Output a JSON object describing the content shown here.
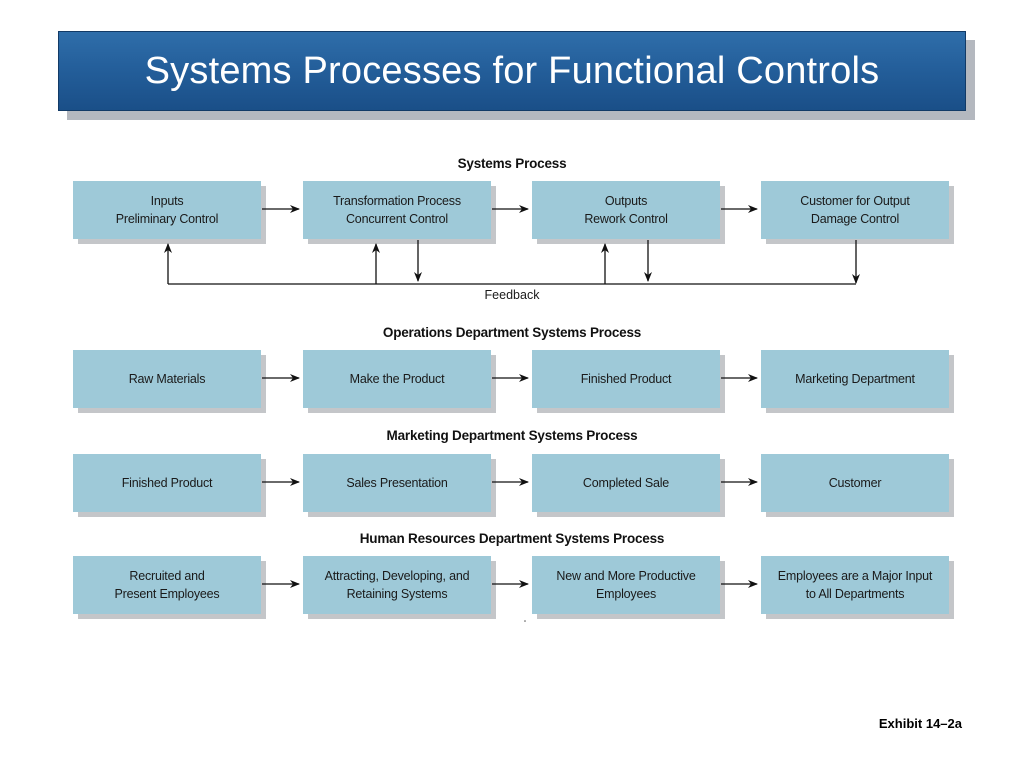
{
  "title": "Systems Processes for Functional Controls",
  "colors": {
    "title_bg": "#245f9b",
    "box_fill": "#9ec9d8",
    "box_shadow": "#c4c6c9",
    "arrow": "#111111"
  },
  "sections": [
    {
      "heading": "Systems Process",
      "boxes": [
        {
          "line1": "Inputs",
          "line2": "Preliminary Control"
        },
        {
          "line1": "Transformation Process",
          "line2": "Concurrent Control"
        },
        {
          "line1": "Outputs",
          "line2": "Rework Control"
        },
        {
          "line1": "Customer for Output",
          "line2": "Damage Control"
        }
      ]
    },
    {
      "heading": "Operations Department Systems Process",
      "boxes": [
        {
          "line1": "Raw Materials",
          "line2": ""
        },
        {
          "line1": "Make the Product",
          "line2": ""
        },
        {
          "line1": "Finished Product",
          "line2": ""
        },
        {
          "line1": "Marketing Department",
          "line2": ""
        }
      ]
    },
    {
      "heading": "Marketing Department Systems Process",
      "boxes": [
        {
          "line1": "Finished Product",
          "line2": ""
        },
        {
          "line1": "Sales Presentation",
          "line2": ""
        },
        {
          "line1": "Completed Sale",
          "line2": ""
        },
        {
          "line1": "Customer",
          "line2": ""
        }
      ]
    },
    {
      "heading": "Human Resources Department Systems Process",
      "boxes": [
        {
          "line1": "Recruited and",
          "line2": "Present Employees"
        },
        {
          "line1": "Attracting, Developing, and",
          "line2": "Retaining Systems"
        },
        {
          "line1": "New and More Productive",
          "line2": "Employees"
        },
        {
          "line1": "Employees are a Major Input",
          "line2": "to All Departments"
        }
      ]
    }
  ],
  "feedback_label": "Feedback",
  "exhibit_label": "Exhibit 14–2a"
}
